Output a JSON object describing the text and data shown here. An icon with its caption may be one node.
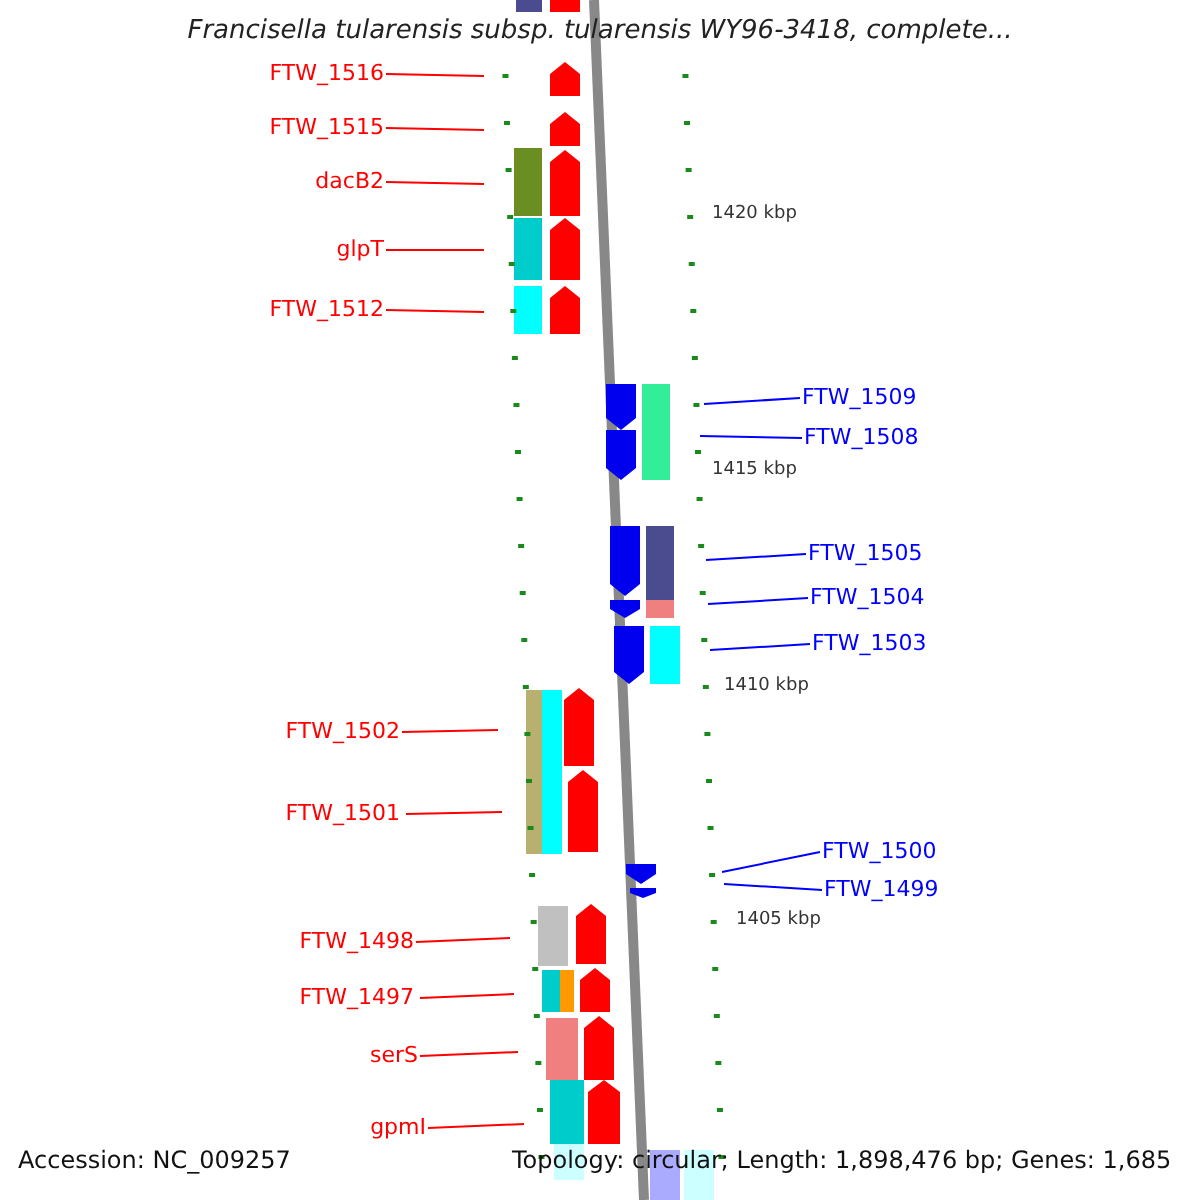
{
  "diagram": {
    "title": "Francisella tularensis subsp. tularensis WY96-3418, complete...",
    "nodes": [
      {
        "text": [
          "FTW_1516"
        ]
      },
      {
        "text": [
          "FTW_1515"
        ]
      },
      {
        "text": [
          "dacB2"
        ]
      },
      {
        "text": [
          "glpT"
        ]
      },
      {
        "text": [
          "FTW_1512"
        ]
      },
      {
        "text": [
          "FTW_1509"
        ]
      },
      {
        "text": [
          "FTW_1508"
        ]
      },
      {
        "text": [
          "FTW_1505"
        ]
      },
      {
        "text": [
          "FTW_1504"
        ]
      },
      {
        "text": [
          "FTW_1503"
        ]
      },
      {
        "text": [
          "FTW_1502"
        ]
      },
      {
        "text": [
          "FTW_1501"
        ]
      },
      {
        "text": [
          "FTW_1500"
        ]
      },
      {
        "text": [
          "FTW_1499"
        ]
      },
      {
        "text": [
          "FTW_1498"
        ]
      },
      {
        "text": [
          "FTW_1497"
        ]
      },
      {
        "text": [
          "serS"
        ]
      },
      {
        "text": [
          "gpmI"
        ]
      }
    ],
    "edges": [
      {
        "from": 0,
        "to": null,
        "arrow": "none"
      },
      {
        "from": 1,
        "to": null,
        "arrow": "none"
      },
      {
        "from": 2,
        "to": null,
        "arrow": "none"
      },
      {
        "from": 3,
        "to": null,
        "arrow": "none"
      },
      {
        "from": 4,
        "to": null,
        "arrow": "none"
      },
      {
        "from": 5,
        "to": null,
        "arrow": "none",
        "color": "#0000ff"
      },
      {
        "from": 6,
        "to": null,
        "arrow": "none",
        "color": "#0000ff"
      },
      {
        "from": 7,
        "to": null,
        "arrow": "none",
        "color": "#0000ff"
      },
      {
        "from": 8,
        "to": null,
        "arrow": "none",
        "color": "#0000ff"
      },
      {
        "from": 9,
        "to": null,
        "arrow": "none",
        "color": "#0000ff"
      },
      {
        "from": 10,
        "to": null,
        "arrow": "none"
      },
      {
        "from": 11,
        "to": null,
        "arrow": "none"
      },
      {
        "from": 12,
        "to": null,
        "arrow": "none",
        "color": "#0000ff"
      },
      {
        "from": 13,
        "to": null,
        "arrow": "none",
        "color": "#0000ff"
      },
      {
        "from": 14,
        "to": null,
        "arrow": "none"
      },
      {
        "from": 15,
        "to": null,
        "arrow": "none"
      },
      {
        "from": 16,
        "to": null,
        "arrow": "none"
      },
      {
        "from": 17,
        "to": null,
        "arrow": "none"
      }
    ],
    "labels": [
      "1420 kbp",
      "1415 kbp",
      "1410 kbp",
      "1405 kbp",
      "Accession: NC_009257",
      "Topology: circular; Length: 1,898,476 bp; Genes: 1,685"
    ]
  }
}
